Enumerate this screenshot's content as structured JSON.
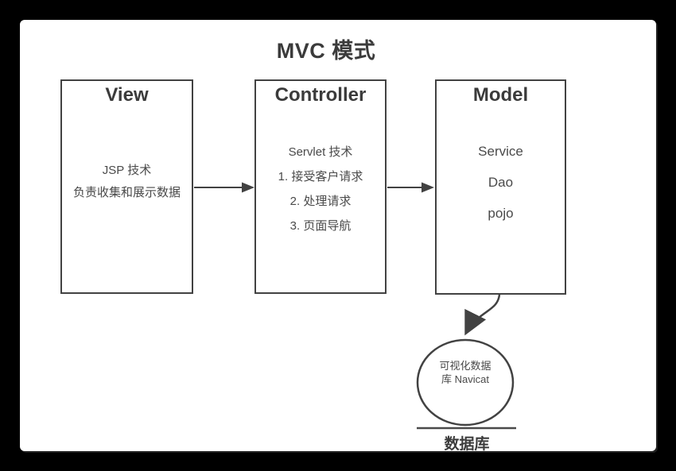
{
  "title": "MVC 模式",
  "boxes": {
    "view": {
      "title": "View",
      "lines": [
        "JSP 技术",
        "负责收集和展示数据"
      ]
    },
    "controller": {
      "title": "Controller",
      "lines": [
        "Servlet 技术",
        "1. 接受客户请求",
        "2. 处理请求",
        "3. 页面导航"
      ]
    },
    "model": {
      "title": "Model",
      "lines": [
        "Service",
        "Dao",
        "pojo"
      ]
    }
  },
  "database": {
    "circle_label_lines": [
      "可视化数据",
      "库 Navicat"
    ],
    "caption": "数据库"
  },
  "connectors": [
    {
      "name": "view-to-controller",
      "type": "straight-arrow"
    },
    {
      "name": "controller-to-model",
      "type": "straight-arrow"
    },
    {
      "name": "model-to-database",
      "type": "curved-arrow"
    }
  ],
  "colors": {
    "stroke": "#424242",
    "text": "#4a4a4a",
    "title_text": "#3b3b3b",
    "background": "#000000",
    "canvas": "#ffffff"
  }
}
